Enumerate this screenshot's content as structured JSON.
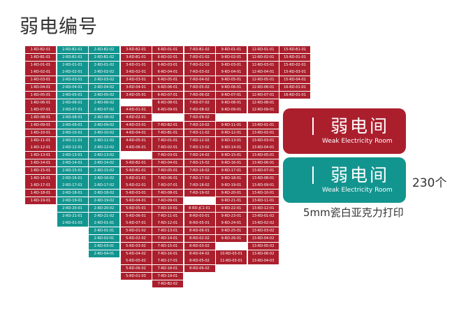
{
  "title": "弱电编号",
  "colors": {
    "red": "#ab1f2d",
    "teal": "#13958f"
  },
  "grid": {
    "columns": [
      {
        "color": "red",
        "start_row": 0,
        "items": [
          "1-RD-B2-01",
          "1-RD-B1-01",
          "1-RD-01-01",
          "1-RD-02-01",
          "1-RD-03-01",
          "1-RD-04-01",
          "1-RD-05-01",
          "1-RD-06-01",
          "1-RD-07-01",
          "1-RD-08-01",
          "1-RD-09-01",
          "1-RD-10-01",
          "1-RD-11-01",
          "1-RD-12-01",
          "1-RD-13-01",
          "1-RD-14-01",
          "1-RD-15-01",
          "1-RD-16-01",
          "1-RD-17-01",
          "1-RD-18-01",
          "1-RD-19-01"
        ]
      },
      {
        "color": "teal",
        "start_row": 0,
        "items": [
          "2-RD-B2-01",
          "2-RD-B1-01",
          "2-RD-01-01",
          "2-RD-02-01",
          "2-RD-03-01",
          "2-RD-04-01",
          "2-RD-05-01",
          "2-RD-06-01",
          "2-RD-07-01",
          "2-RD-08-01",
          "2-RD-09-01",
          "2-RD-10-01",
          "2-RD-11-01",
          "2-RD-12-01",
          "2-RD-13-01",
          "2-RD-14-01",
          "2-RD-15-01",
          "2-RD-16-01",
          "2-RD-17-01",
          "2-RD-18-01",
          "2-RD-19-01",
          "2-RD-20-01",
          "2-RD-21-01",
          "2-RD-01-03"
        ]
      },
      {
        "color": "teal",
        "start_row": 0,
        "items": [
          "2-RD-B2-02",
          "2-RD-B1-02",
          "2-RD-01-02",
          "2-RD-02-02",
          "2-RD-03-02",
          "2-RD-04-02",
          "2-RD-05-02",
          "2-RD-06-02",
          "2-RD-07-02",
          "2-RD-08-02",
          "2-RD-09-02",
          "2-RD-10-02",
          "2-RD-11-02",
          "2-RD-12-02",
          "2-RD-13-02",
          "2-RD-14-02",
          "2-RD-15-02",
          "2-RD-16-02",
          "2-RD-17-02",
          "2-RD-18-02",
          "2-RD-19-02",
          "2-RD-20-02",
          "2-RD-21-02",
          "2-RD-01-01",
          "2-RD-01-01",
          "2-RD-02-01",
          "2-RD-03-01",
          "2-RD-04-01"
        ]
      },
      {
        "color": "red",
        "start_row": 0,
        "items": [
          "3-RD-B2-01",
          "3-RD-B1-01",
          "3-RD-01-01",
          "3-RD-02-01",
          "3-RD-03-01",
          "3-RD-04-01",
          "3-RD-05-01",
          "",
          "4-RD-01-01",
          "4-RD-02-01",
          "4-RD-03-01",
          "4-RD-04-01",
          "4-RD-05-01",
          "4-RD-06-01",
          "",
          "5-RD-B2-01",
          "5-RD-B1-01",
          "5-RD-01-01",
          "5-RD-02-01",
          "5-RD-03-01",
          "5-RD-04-01",
          "5-RD-05-01",
          "5-RD-06-01",
          "5-RD-07-01",
          "5-RD-01-02",
          "5-RD-02-02",
          "5-RD-03-02",
          "5-RD-04-02",
          "5-RD-05-02",
          "5-RD-06-02",
          "5-RD-01-03"
        ]
      },
      {
        "color": "red",
        "start_row": 0,
        "items": [
          "6-RD-01-01",
          "6-RD-02-01",
          "6-RD-03-01",
          "6-RD-04-01",
          "6-RD-05-01",
          "6-RD-06-01",
          "6-RD-07-01",
          "6-RD-08-01",
          "6-RD-09-01",
          "",
          "7-RD-B2-01",
          "7-RD-B1-01",
          "7-RD-01-01",
          "7-RD-02-01",
          "7-RD-03-01",
          "7-RD-04-01",
          "7-RD-05-01",
          "7-RD-06-01",
          "7-RD-07-01",
          "7-RD-08-01",
          "7-RD-09-01",
          "7-RD-10-01",
          "7-RD-11-01",
          "7-RD-12-01",
          "7-RD-13-01",
          "7-RD-14-01",
          "7-RD-15-01",
          "7-RD-16-01",
          "7-RD-17-01",
          "7-RD-18-01",
          "7-RD-19-01",
          "7-RD-B2-02"
        ]
      },
      {
        "color": "red",
        "start_row": 0,
        "items": [
          "7-RD-B1-02",
          "7-RD-01-02",
          "7-RD-02-02",
          "7-RD-03-02",
          "7-RD-04-02",
          "7-RD-05-02",
          "7-RD-06-02",
          "7-RD-07-02",
          "7-RD-08-02",
          "7-RD-09-02",
          "7-RD-10-02",
          "7-RD-11-02",
          "7-RD-12-02",
          "7-RD-13-02",
          "7-RD-14-02",
          "7-RD-15-02",
          "7-RD-16-02",
          "7-RD-17-02",
          "7-RD-18-02",
          "7-RD-19-02",
          "",
          "8-RD-JC1-01",
          "8-RD-03-01",
          "8-RD-05-01",
          "8-RD-06-01",
          "8-RD-02-02",
          "8-RD-03-02",
          "8-RD-04-02",
          "8-RD-05-02",
          "8-RD-06-02"
        ]
      },
      {
        "color": "red",
        "start_row": 0,
        "items": [
          "9-RD-01-01",
          "9-RD-02-01",
          "9-RD-03-01",
          "9-RD-04-01",
          "9-RD-05-01",
          "9-RD-06-01",
          "9-RD-07-01",
          "9-RD-08-01",
          "9-RD-09-01",
          "",
          "9-RD-11-01",
          "9-RD-12-01",
          "9-RD-13-01",
          "9-RD-14-01",
          "9-RD-15-01",
          "9-RD-16-01",
          "9-RD-17-01",
          "9-RD-18-01",
          "9-RD-19-01",
          "9-RD-20-01",
          "9-RD-21-01",
          "9-RD-22-01",
          "9-RD-23-01",
          "9-RD-24-01",
          "9-RD-25-01",
          "9-RD-26-01",
          "",
          "10-RD-03-01",
          "11-RD-03-01"
        ]
      },
      {
        "color": "red",
        "start_row": 0,
        "items": [
          "12-RD-01-01",
          "12-RD-02-01",
          "12-RD-03-01",
          "12-RD-04-01",
          "12-RD-05-01",
          "12-RD-06-01",
          "12-RD-07-01",
          "12-RD-08-01",
          "12-RD-09-01",
          "",
          "13-RD-01-01",
          "13-RD-02-01",
          "13-RD-03-01",
          "13-RD-04-01",
          "13-RD-05-01",
          "13-RD-06-01",
          "13-RD-07-01",
          "13-RD-08-01",
          "13-RD-09-01",
          "13-RD-10-01",
          "13-RD-11-01",
          "13-RD-12-01",
          "13-RD-01-02",
          "13-RD-02-02",
          "13-RD-03-02",
          "13-RD-04-02",
          "13-RD-05-02",
          "13-RD-06-02",
          "13-RD-04-03"
        ]
      },
      {
        "color": "red",
        "start_row": 0,
        "items": [
          "15-RD-B1-01",
          "15-RD-01-01",
          "15-RD-02-01",
          "15-RD-03-01",
          "15-RD-04-01",
          "16-RD-01-01",
          "16-RD-01-01"
        ]
      }
    ]
  },
  "plates": [
    {
      "cn": "弱电间",
      "en": "Weak Electricity Room",
      "color": "red"
    },
    {
      "cn": "弱电间",
      "en": "Weak Electricity Room",
      "color": "teal"
    }
  ],
  "count_text": "230个",
  "material_text": "5mm瓷白亚克力打印"
}
